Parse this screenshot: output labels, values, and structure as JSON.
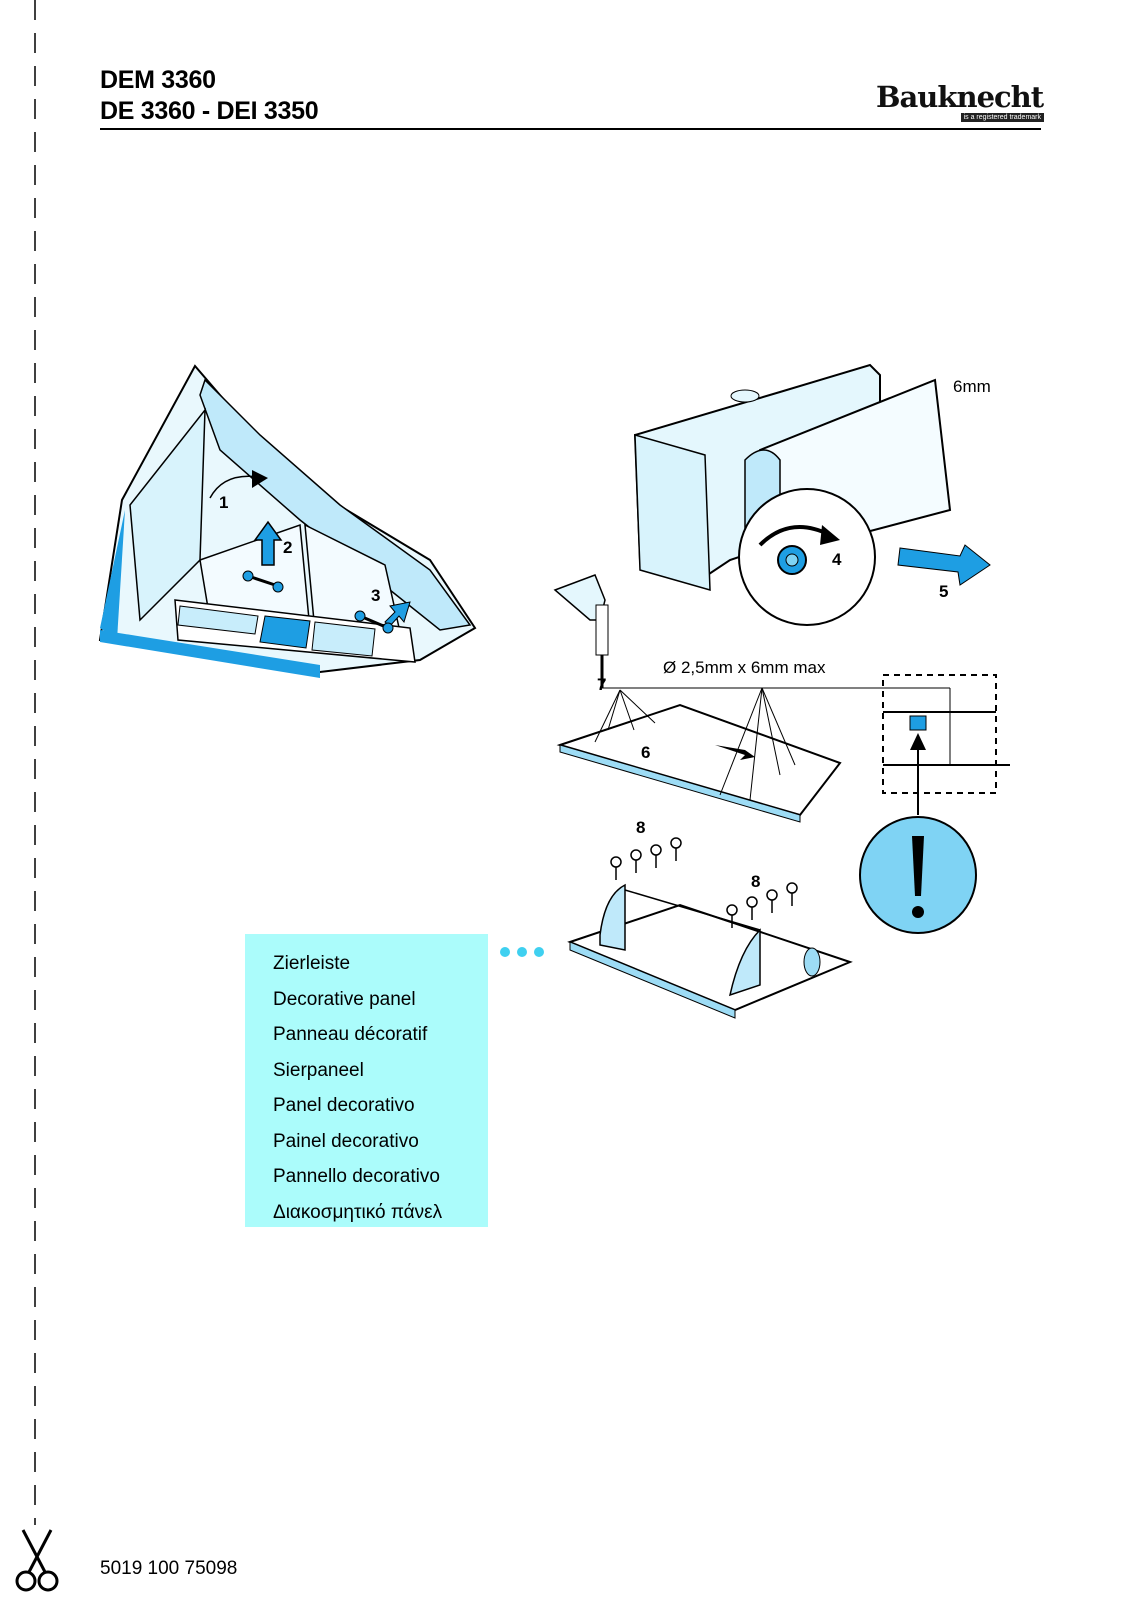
{
  "header": {
    "title_line1": "DEM 3360",
    "title_line2": "DE 3360 - DEI 3350",
    "logo_word": "Bauknecht",
    "logo_tagline": "is a registered trademark"
  },
  "figure_labels": {
    "step1": "1",
    "step2": "2",
    "step3": "3",
    "step4": "4",
    "step5": "5",
    "step6": "6",
    "step7": "7",
    "step8a": "8",
    "step8b": "8",
    "screw_length": "6mm",
    "drill_spec": "Ø 2,5mm x 6mm max"
  },
  "panel_names": [
    "Zierleiste",
    "Decorative panel",
    "Panneau décoratif",
    "Sierpaneel",
    "Panel decorativo",
    "Painel decorativo",
    "Pannello decorativo",
    "Διακοσμητικό πάνελ"
  ],
  "footer": {
    "part_number": "5019 100 75098"
  },
  "colors": {
    "accent_blue": "#1e9ee3",
    "light_blue": "#d8f3fc",
    "panel_cyan": "#abfcfb",
    "warning_circle": "#7fd3f4",
    "dots": "#3fd0f0"
  },
  "icons": [
    "scissors-icon",
    "warning-exclamation-icon",
    "arrow-icon",
    "drill-icon",
    "screw-icon"
  ]
}
